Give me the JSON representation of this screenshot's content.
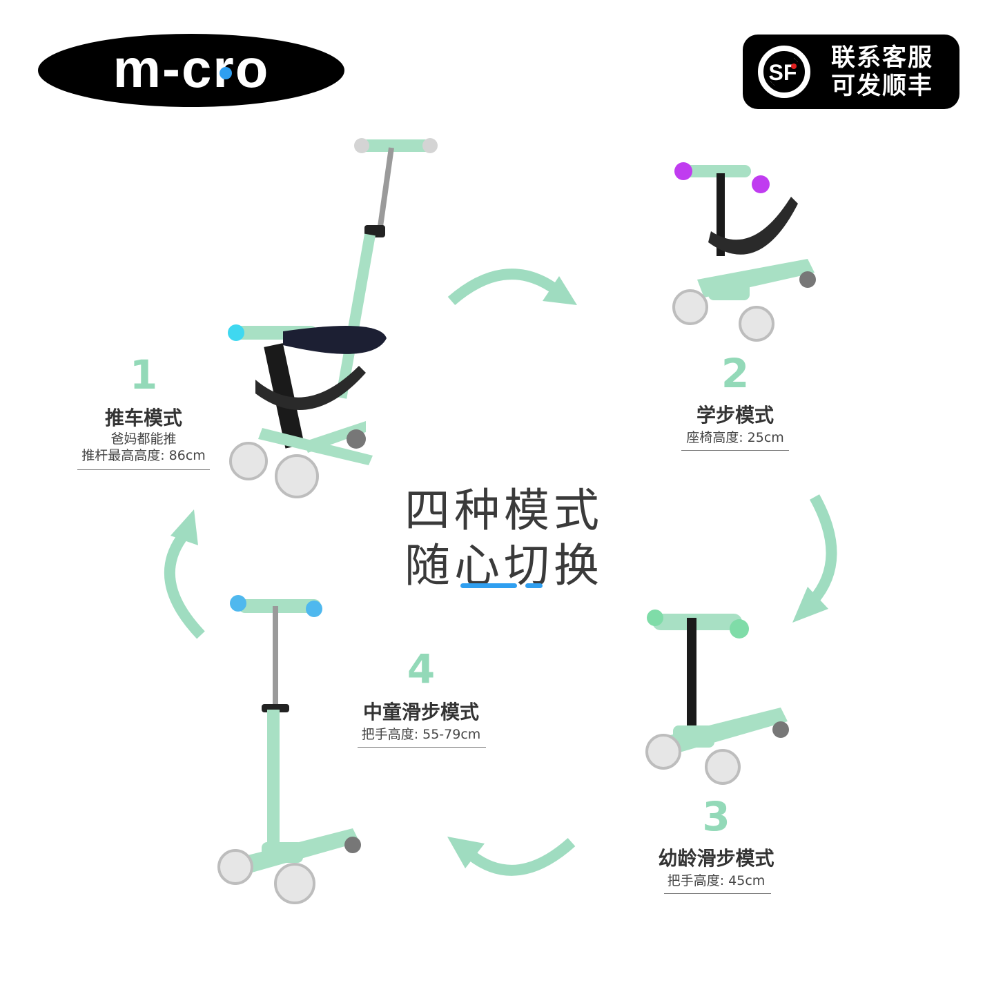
{
  "brand": {
    "logo_text": "m-cro"
  },
  "badge": {
    "line1": "联系客服",
    "line2": "可发顺丰",
    "icon_text": "SF"
  },
  "headline": {
    "line1": "四种模式",
    "line2": "随心切换"
  },
  "modes": [
    {
      "number": "1",
      "title": "推车模式",
      "lines": [
        "爸妈都能推",
        "推杆最高高度: 86cm"
      ]
    },
    {
      "number": "2",
      "title": "学步模式",
      "lines": [
        "座椅高度: 25cm"
      ]
    },
    {
      "number": "3",
      "title": "幼龄滑步模式",
      "lines": [
        "把手高度: 45cm"
      ]
    },
    {
      "number": "4",
      "title": "中童滑步模式",
      "lines": [
        "把手高度: 55-79cm"
      ]
    }
  ],
  "colors": {
    "mint": "#9fdcc0",
    "number": "#93d9b8",
    "accent_blue": "#2f9ff0",
    "light_cyan": "#3fd8f0",
    "light_purple": "#c03cf0",
    "light_blue": "#4fb8ee",
    "light_green": "#7fdca8"
  }
}
